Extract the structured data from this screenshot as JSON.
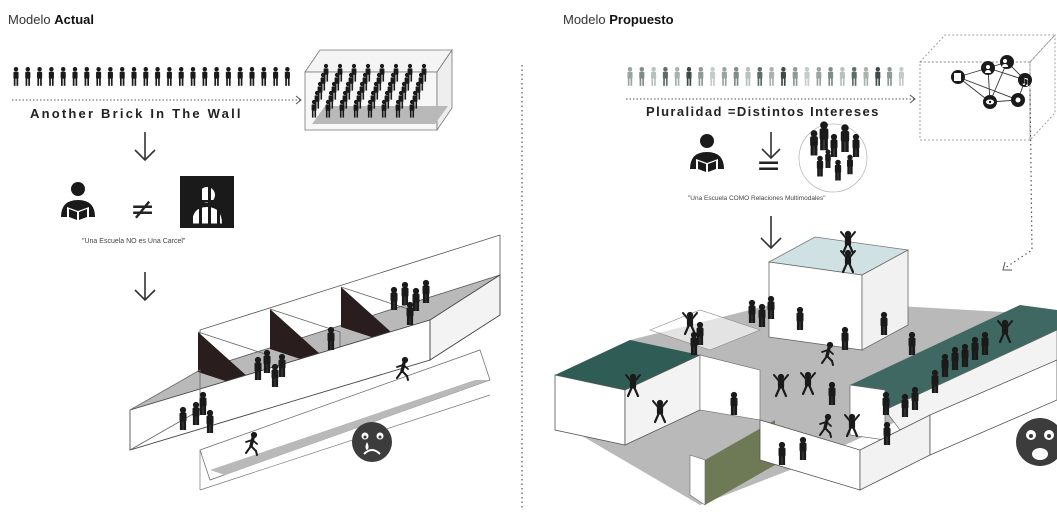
{
  "left_panel": {
    "title_prefix": "Modelo",
    "title_bold": "Actual",
    "slogan": "Another Brick In The Wall",
    "caption": "\"Una Escuela NO es Una Carcel\"",
    "not_equal_symbol": "≠",
    "student_icon": "reading-student-icon",
    "prison_icon": "prisoner-behind-bars-icon",
    "emotion_icon": "crying-face-icon"
  },
  "right_panel": {
    "title_prefix": "Modelo",
    "title_bold": "Propuesto",
    "slogan": "Pluralidad =Distintos Intereses",
    "caption": "\"Una Escuela COMO Relaciones Multimodales\"",
    "equal_symbol": "=",
    "student_icon": "reading-student-icon",
    "group_icon": "diverse-people-group-icon",
    "network_icon": "multimodal-network-icon",
    "emotion_icon": "happy-surprised-face-icon"
  },
  "colors": {
    "floor": "#b9b9b9",
    "wall_dark": "#2a1d1d",
    "teal": "#2f5d55",
    "sage": "#6e7a55",
    "glass": "#cfe1e3",
    "figure": "#1a1a1a",
    "face": "#3c3c3c"
  }
}
